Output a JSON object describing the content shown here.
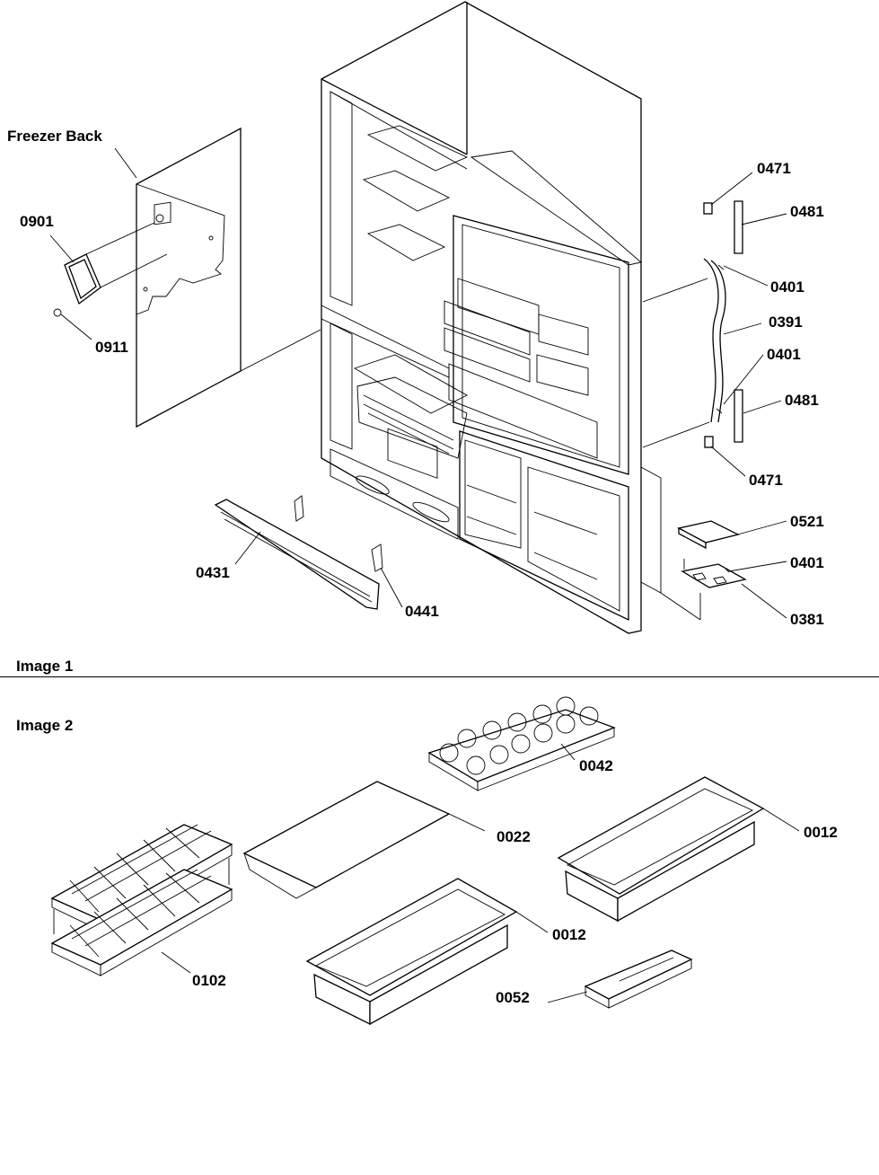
{
  "sections": {
    "image1": "Image 1",
    "image2": "Image 2"
  },
  "labels": {
    "freezer_back": "Freezer Back",
    "p0901": "0901",
    "p0911": "0911",
    "p0471_top": "0471",
    "p0481_top": "0481",
    "p0401_upper": "0401",
    "p0391": "0391",
    "p0401_mid": "0401",
    "p0481_bottom": "0481",
    "p0471_bottom": "0471",
    "p0521": "0521",
    "p0401_lower": "0401",
    "p0381": "0381",
    "p0431": "0431",
    "p0441": "0441",
    "p0042": "0042",
    "p0022": "0022",
    "p0012_right": "0012",
    "p0012_center": "0012",
    "p0102": "0102",
    "p0052": "0052"
  }
}
